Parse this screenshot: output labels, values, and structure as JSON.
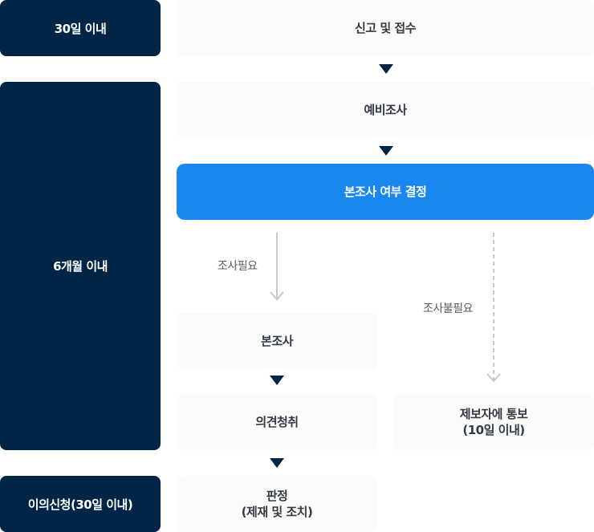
{
  "sidebar": {
    "phase1": "30일 이내",
    "phase2": "6개월 이내",
    "phase3": "이의신청(30일 이내)"
  },
  "steps": {
    "report": "신고 및 접수",
    "preliminary": "예비조사",
    "decision": "본조사 여부 결정",
    "main_investigation": "본조사",
    "opinion": "의견청취",
    "judgment": "판정\n(제재 및 조치)",
    "notify": "제보자에 통보\n(10일 이내)"
  },
  "branches": {
    "needed": "조사필요",
    "not_needed": "조사불필요"
  },
  "colors": {
    "navy": "#002547",
    "highlight": "#1a87f0",
    "box_bg": "#fbfbfc",
    "arrow_gray": "#c8c8c8"
  }
}
